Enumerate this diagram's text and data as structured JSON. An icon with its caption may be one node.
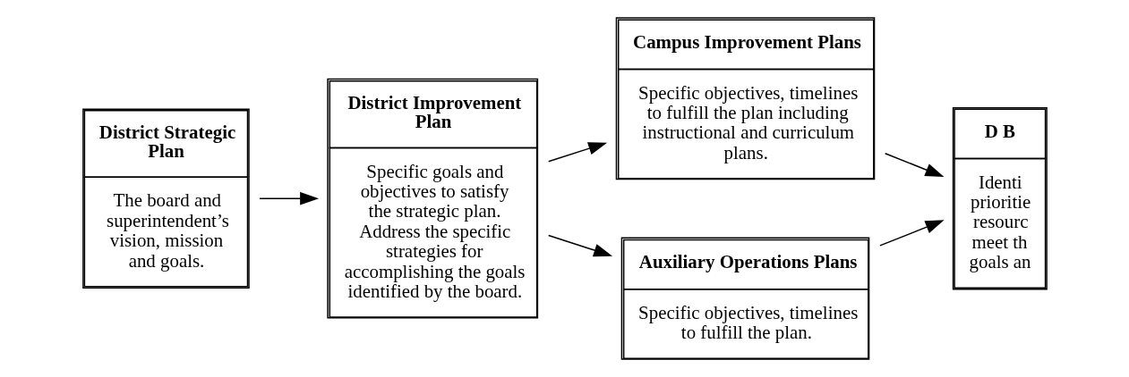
{
  "diagram": {
    "nodes": [
      {
        "text": [
          "District Strategic Plan",
          "The board and superintendent’s vision, mission and goals."
        ]
      },
      {
        "text": [
          "District Improvement Plan",
          "Specific goals and objectives to satisfy the strategic plan. Address the specific strategies for accomplishing the goals identified by the board."
        ]
      },
      {
        "text": [
          "Campus Improvement Plans",
          "Specific objectives, timelines to fulfill the plan including instructional and curriculum plans."
        ]
      },
      {
        "text": [
          "Auxiliary Operations Plans",
          "Specific objectives, timelines to fulfill the plan."
        ]
      },
      {
        "text": [
          "D B",
          "Identi prioritie resourc meet th goals an"
        ]
      }
    ],
    "edges": [
      {
        "from": 0,
        "to": 1,
        "arrow": "to"
      },
      {
        "from": 1,
        "to": 2,
        "arrow": "to"
      },
      {
        "from": 1,
        "to": 3,
        "arrow": "to"
      },
      {
        "from": 2,
        "to": 4,
        "arrow": "to"
      },
      {
        "from": 3,
        "to": 4,
        "arrow": "to"
      }
    ]
  }
}
